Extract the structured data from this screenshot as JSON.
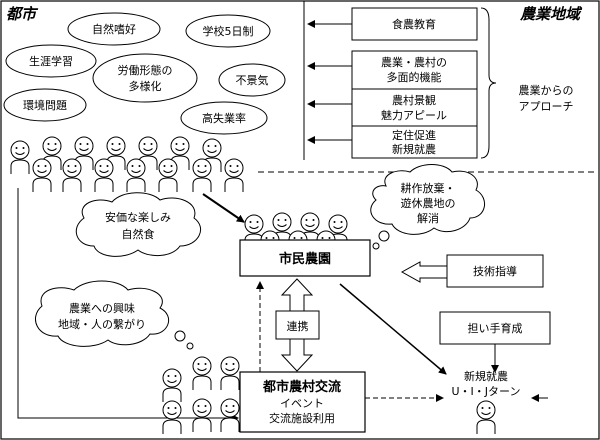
{
  "headings": {
    "city": "都市",
    "farm": "農業地域"
  },
  "ovals": [
    "自然嗜好",
    "学校5日制",
    "生涯学習",
    [
      "労働形態の",
      "多様化"
    ],
    "不景気",
    "環境問題",
    "高失業率"
  ],
  "farm_boxes": [
    "食農教育",
    [
      "農業・農村の",
      "多面的機能"
    ],
    [
      "農村景観",
      "魅力アピール"
    ],
    [
      "定住促進",
      "新規就農"
    ]
  ],
  "approach_label": [
    "農業からの",
    "アプローチ"
  ],
  "cloud_relax": [
    "安価な楽しみ",
    "自然食"
  ],
  "cloud_abandon": [
    "耕作放棄・",
    "遊休農地の",
    "解消"
  ],
  "cloud_interest": [
    "農業への興味",
    "地域・人の繋がり"
  ],
  "civic_farm": "市民農園",
  "tech_guidance": "技術指導",
  "cooperation": "連携",
  "exchange": {
    "title": "都市農村交流",
    "line1": "イベント",
    "line2": "交流施設利用"
  },
  "successor": "担い手育成",
  "new_farming": [
    "新規就農",
    "U・I・Jターン"
  ]
}
